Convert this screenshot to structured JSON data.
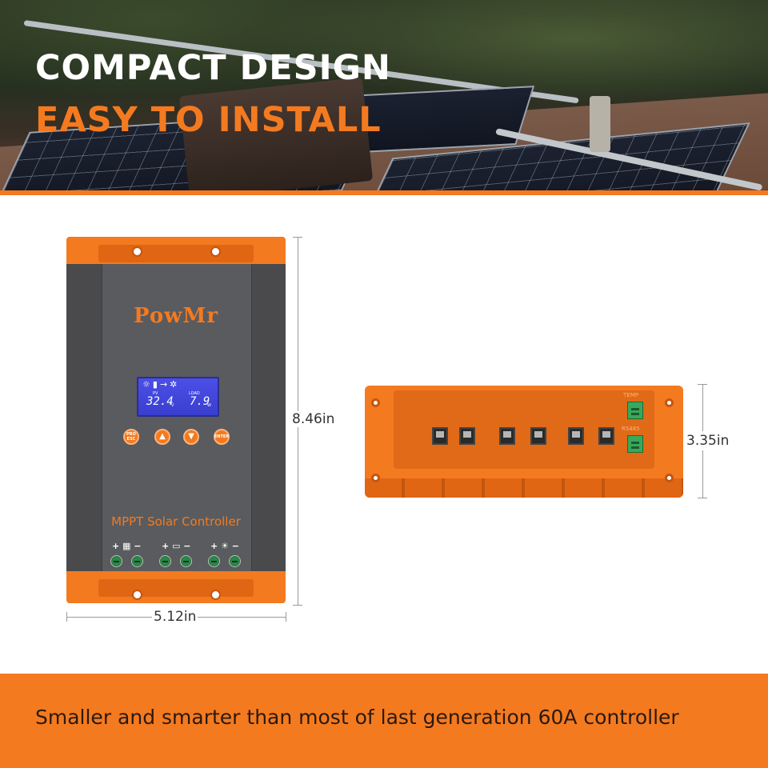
{
  "hero": {
    "title_line1": "COMPACT DESIGN",
    "title_line2": "EASY TO INSTALL",
    "accent_color": "#f47a20"
  },
  "controller_front": {
    "brand": "PowMr",
    "lcd": {
      "label_pv": "PV",
      "label_load": "LOAD",
      "value_left": "32.4",
      "unit_left": "V",
      "value_right": "7.9",
      "unit_right": "W"
    },
    "buttons": {
      "pro_esc": "PRO ESC",
      "up": "▲",
      "down": "▼",
      "enter": "ENTER"
    },
    "label": "MPPT Solar Controller",
    "terminals": {
      "pv": "+ ▦ −",
      "battery": "+ ▭ −",
      "load": "+ ☀ −"
    },
    "icons": [
      "sun-icon",
      "battery-icon",
      "arrow-icon",
      "load-icon",
      "solar-panel-icon",
      "bulb-icon"
    ]
  },
  "dimensions": {
    "height": "8.46in",
    "width": "5.12in",
    "depth": "3.35in"
  },
  "controller_side": {
    "label_temp": "TEMP",
    "label_rs485": "RS485"
  },
  "footer": {
    "tagline": "Smaller and smarter than most of last generation 60A controller"
  }
}
